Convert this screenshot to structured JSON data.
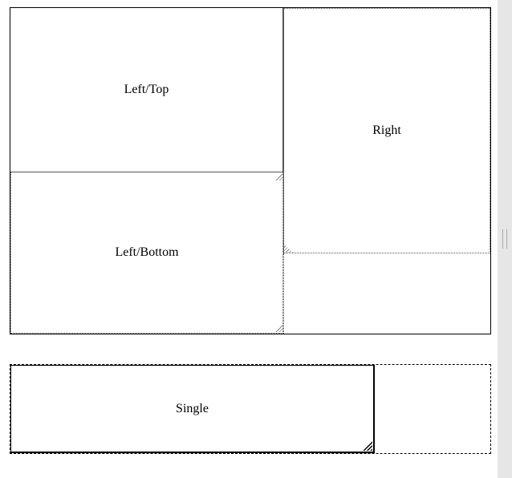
{
  "panes": {
    "left_top": "Left/Top",
    "left_bottom": "Left/Bottom",
    "right": "Right",
    "single": "Single"
  }
}
